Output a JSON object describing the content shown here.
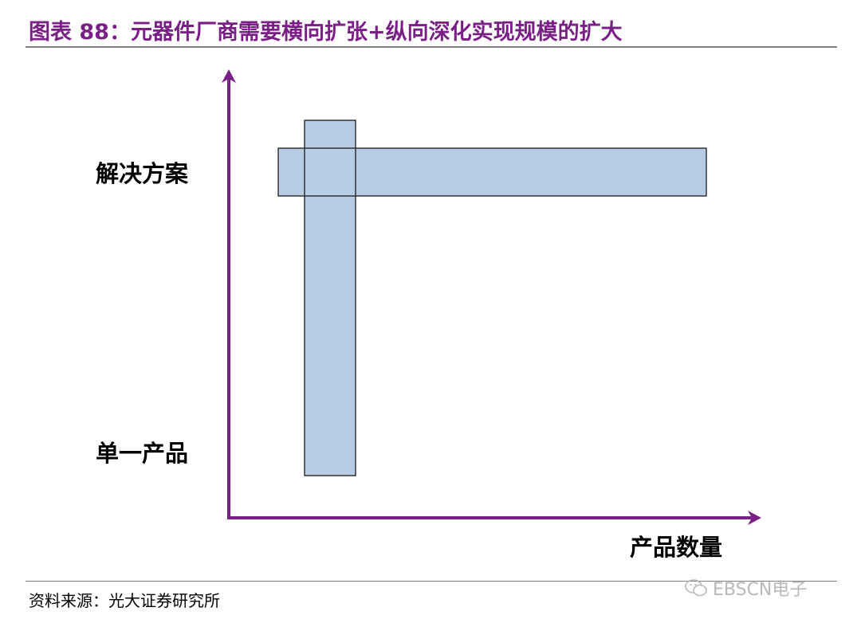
{
  "title": "图表 88：元器件厂商需要横向扩张+纵向深化实现规模的扩大",
  "diagram": {
    "y_levels": [
      "解决方案",
      "单一产品"
    ],
    "x_axis_label": "产品数量",
    "colors": {
      "axis": "#7a1f86",
      "box_fill": "#b8cce4",
      "box_stroke": "#1a1a1a",
      "title": "#7a1f86"
    }
  },
  "source": "资料来源：光大证券研究所",
  "watermark": {
    "icon": "wechat-icon",
    "text": "EBSCN电子"
  }
}
